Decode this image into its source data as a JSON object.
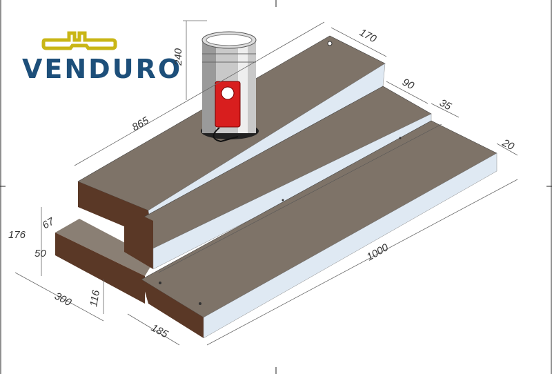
{
  "logo": {
    "text": "VENDURO",
    "brand_color": "#1d4f7a",
    "accent_color": "#c9b616"
  },
  "dimensions": {
    "duct_height": "240",
    "top_depth": "170",
    "top_length": "865",
    "step_depth": "90",
    "step_offset": "35",
    "lip": "20",
    "total_height": "176",
    "side_depth": "67",
    "side_height": "50",
    "tray_height": "116",
    "width": "300",
    "tray_depth": "185",
    "tray_length": "1000"
  },
  "colors": {
    "body": "#7a6e63",
    "side": "#5a3826",
    "front": "#dfe9f3",
    "actuator": "#d81e1e"
  }
}
